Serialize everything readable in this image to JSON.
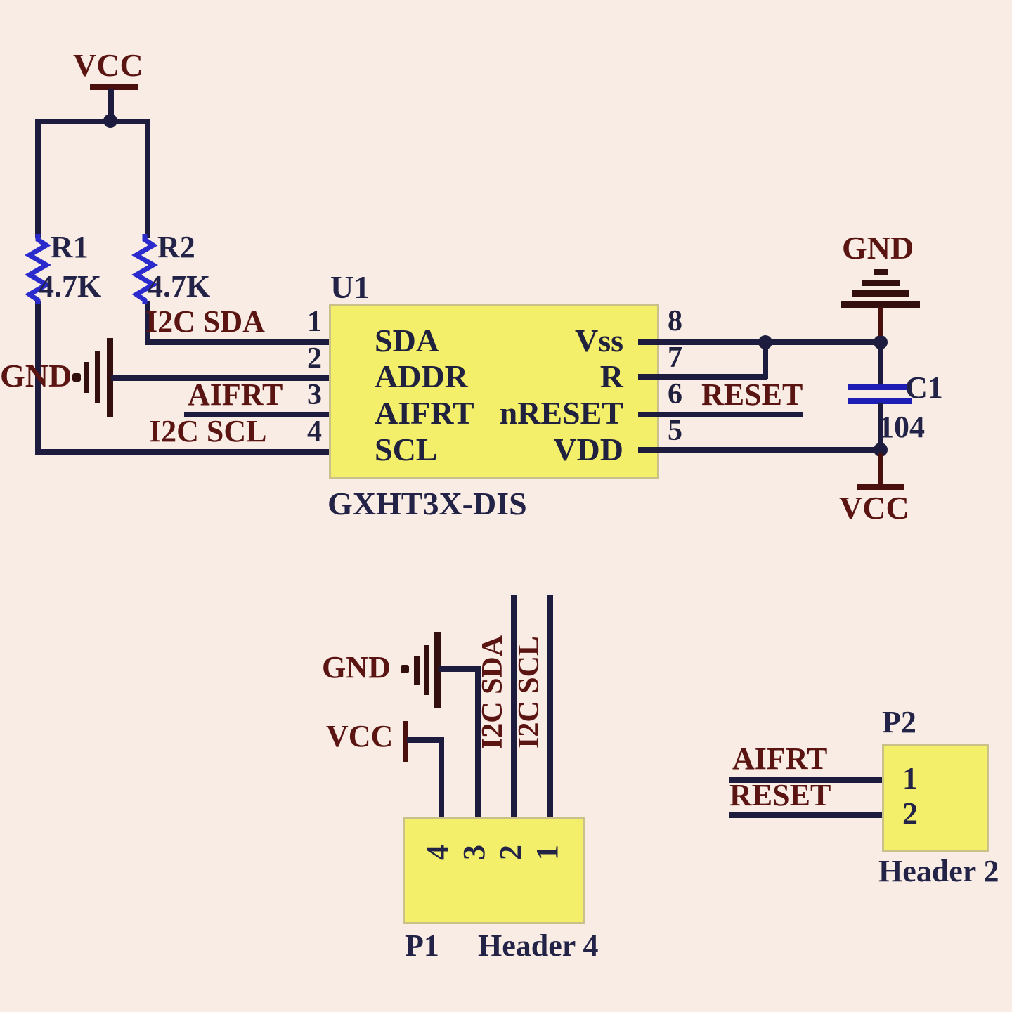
{
  "colors": {
    "background": "#f8ece4",
    "wire": "#1d1c3e",
    "net_label": "#5a1412",
    "designator_text": "#232347",
    "resistor_body": "#2a2acd",
    "capacitor_plates": "#1e1eb4",
    "component_fill": "#f4ef6b"
  },
  "power": {
    "vcc_top": "VCC",
    "gnd_addr": "GND",
    "gnd_c1": "GND",
    "vcc_c1": "VCC",
    "gnd_p1": "GND",
    "vcc_p1": "VCC"
  },
  "nets": {
    "i2c_sda": "I2C SDA",
    "i2c_scl": "I2C SCL",
    "aifrt": "AIFRT",
    "reset": "RESET"
  },
  "resistors": [
    {
      "ref": "R1",
      "value": "4.7K"
    },
    {
      "ref": "R2",
      "value": "4.7K"
    }
  ],
  "capacitor": {
    "ref": "C1",
    "value": "104"
  },
  "u1": {
    "ref": "U1",
    "part": "GXHT3X-DIS",
    "left_pins": [
      {
        "num": "1",
        "name": "SDA"
      },
      {
        "num": "2",
        "name": "ADDR"
      },
      {
        "num": "3",
        "name": "AIFRT"
      },
      {
        "num": "4",
        "name": "SCL"
      }
    ],
    "right_pins": [
      {
        "num": "8",
        "name": "Vss"
      },
      {
        "num": "7",
        "name": "R"
      },
      {
        "num": "6",
        "name": "nRESET"
      },
      {
        "num": "5",
        "name": "VDD"
      }
    ]
  },
  "p1": {
    "ref": "P1",
    "part": "Header 4",
    "pins": [
      "4",
      "3",
      "2",
      "1"
    ]
  },
  "p2": {
    "ref": "P2",
    "part": "Header 2",
    "pins": [
      "1",
      "2"
    ]
  }
}
